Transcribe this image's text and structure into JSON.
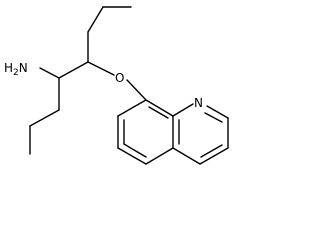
{
  "molecule": {
    "amine_label": {
      "main": "H",
      "sub": "2",
      "tail": "N"
    },
    "oxygen_label": "O",
    "nitrogen_label": "N"
  }
}
